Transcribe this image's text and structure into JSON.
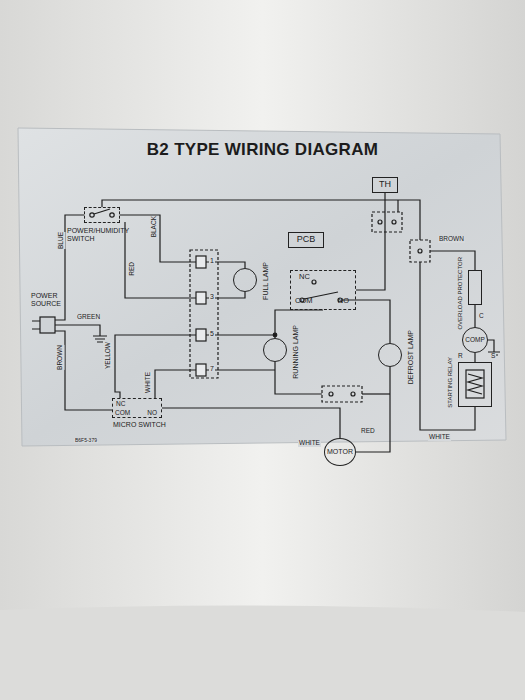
{
  "diagram": {
    "title": "B2 TYPE WIRING DIAGRAM",
    "nodes": [
      {
        "text": [
          "TH"
        ]
      },
      {
        "text": [
          "PCB"
        ]
      },
      {
        "text": [
          "POWER/HUMIDITY SWITCH"
        ]
      },
      {
        "text": [
          "FULL LAMP"
        ]
      },
      {
        "text": [
          "RUNNING LAMP"
        ]
      },
      {
        "text": [
          "DEFROST LAMP"
        ]
      },
      {
        "text": [
          "COMP"
        ]
      },
      {
        "text": [
          "MOTOR"
        ]
      },
      {
        "text": [
          "NC",
          "COM",
          "NO",
          "MICRO SWITCH"
        ]
      },
      {
        "text": [
          "NC",
          "COM",
          "NO"
        ]
      },
      {
        "text": [
          "OVERLOAD PROTECTOR"
        ]
      },
      {
        "text": [
          "STARTING RELAY"
        ]
      }
    ],
    "edges": [
      {
        "from": 9,
        "to": 0,
        "arrow": "none"
      },
      {
        "from": 4,
        "to": 9,
        "arrow": "none"
      },
      {
        "from": 7,
        "to": 5,
        "arrow": "none"
      },
      {
        "from": 10,
        "to": 6,
        "arrow": "none"
      },
      {
        "from": 6,
        "to": 11,
        "arrow": "none"
      },
      {
        "from": 8,
        "to": 7,
        "arrow": "none"
      }
    ],
    "labels": [
      "BLUE",
      "BLACK",
      "RED",
      "GREEN",
      "YELLOW",
      "WHITE",
      "BROWN",
      "POWER SOURCE",
      "1",
      "3",
      "5",
      "7",
      "WHITE",
      "RED",
      "BROWN",
      "WHITE",
      "C",
      "R",
      "S",
      "B6F5-379"
    ]
  }
}
